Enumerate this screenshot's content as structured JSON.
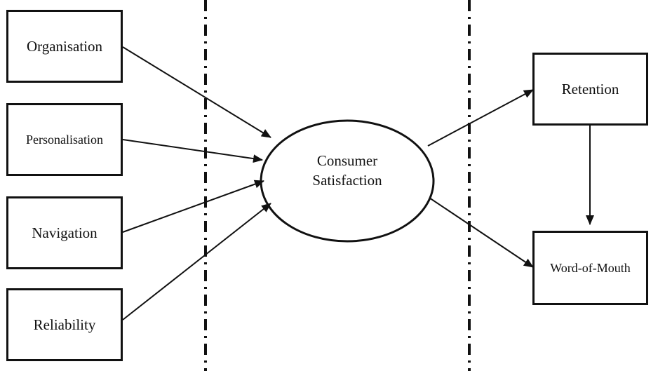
{
  "antecedents": [
    {
      "label": "Organisation"
    },
    {
      "label": "Personalisation"
    },
    {
      "label": "Navigation"
    },
    {
      "label": "Reliability"
    }
  ],
  "mediator": {
    "line1": "Consumer",
    "line2": "Satisfaction"
  },
  "outcomes": [
    {
      "label": "Retention"
    },
    {
      "label": "Word-of-Mouth"
    }
  ],
  "colors": {
    "stroke": "#111111",
    "background": "#ffffff"
  }
}
